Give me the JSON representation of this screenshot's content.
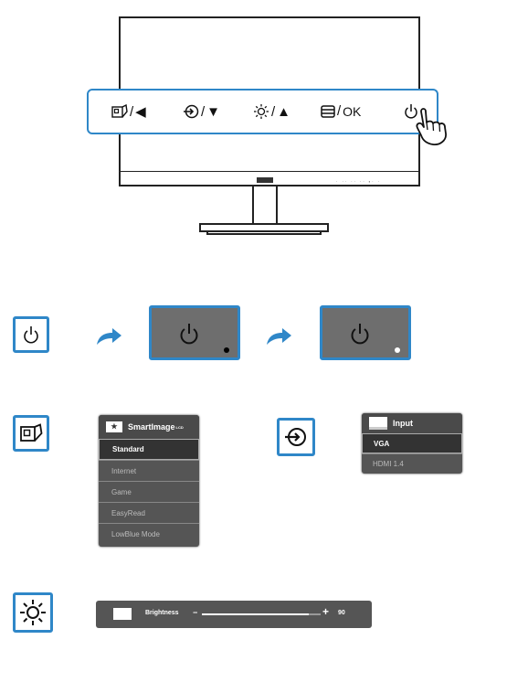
{
  "monitor": {
    "control_bar": {
      "items": [
        {
          "icon": "smartimage-icon",
          "arrow": "◀"
        },
        {
          "icon": "input-icon",
          "arrow": "▼"
        },
        {
          "icon": "brightness-icon",
          "arrow": "▲"
        },
        {
          "icon": "menu-icon",
          "arrow": "OK"
        },
        {
          "icon": "power-icon",
          "arrow": ""
        }
      ]
    },
    "logo_text": "PHILIPS"
  },
  "smartimage_menu": {
    "title": "SmartImage",
    "title_sup": "LCD",
    "items": [
      "Standard",
      "Internet",
      "Game",
      "EasyRead",
      "LowBlue Mode"
    ],
    "selected": "Standard"
  },
  "input_menu": {
    "title": "Input",
    "items": [
      "VGA",
      "HDMI 1.4"
    ],
    "selected": "VGA"
  },
  "brightness_bar": {
    "label": "Brightness",
    "minus": "−",
    "plus": "+",
    "value": "90",
    "level_fraction": 0.9
  },
  "colors": {
    "accent": "#2f87c8",
    "menu_bg": "#555555",
    "button_grey": "#6e6e6e"
  }
}
